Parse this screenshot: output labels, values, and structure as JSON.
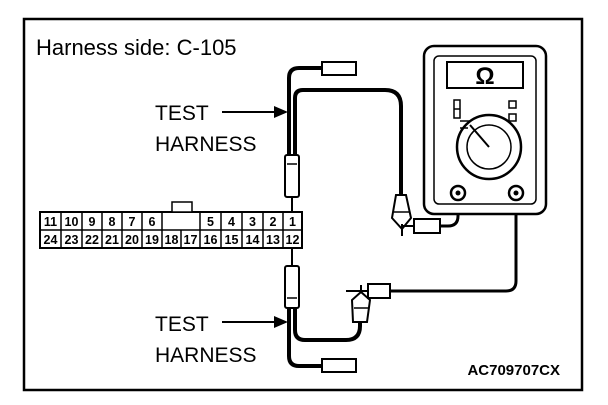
{
  "diagram": {
    "title": "Harness side: C-105",
    "test_harness_upper": {
      "line1": "TEST",
      "line2": "HARNESS"
    },
    "test_harness_lower": {
      "line1": "TEST",
      "line2": "HARNESS"
    },
    "connector": {
      "top_row": [
        "11",
        "10",
        "9",
        "8",
        "7",
        "6",
        "",
        "5",
        "4",
        "3",
        "2",
        "1"
      ],
      "bottom_row": [
        "24",
        "23",
        "22",
        "21",
        "20",
        "19",
        "18",
        "17",
        "16",
        "15",
        "14",
        "13",
        "12"
      ]
    },
    "meter": {
      "symbol": "Ω",
      "icon": "ohmmeter-icon"
    },
    "figure_code": "AC709707CX"
  }
}
